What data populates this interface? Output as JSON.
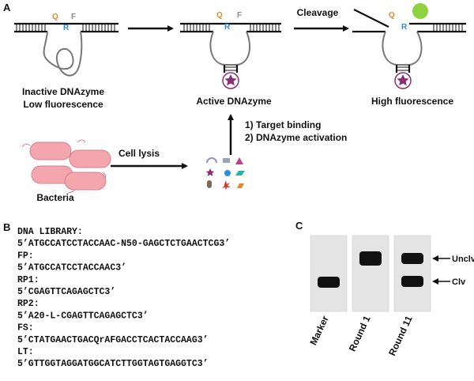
{
  "panel_a": {
    "label": "A",
    "q_label": "Q",
    "r_label": "R",
    "f_label": "F",
    "inactive_line1": "Inactive DNAzyme",
    "inactive_line2": "Low fluorescence",
    "active_label": "Active DNAzyme",
    "high_label": "High fluorescence",
    "cleavage_label": "Cleavage",
    "cell_lysis_label": "Cell lysis",
    "bacteria_label": "Bacteria",
    "step1": "1) Target binding",
    "step2": "2) DNAzyme activation",
    "colors": {
      "quencher": "#e08a2c",
      "ribo": "#2e8fd6",
      "fluorophore": "#8fd13f",
      "star": "#8b2f73",
      "bacteria": "#f3a6ad"
    }
  },
  "panel_b": {
    "label": "B",
    "lines": [
      "DNA LIBRARY:",
      "5’ATGCCATCCTACCAAC-N50-GAGCTCTGAACTCG3’",
      "FP:",
      "5’ATGCCATCCTACCAAC3’",
      "RP1:",
      "5’CGAGTTCAGAGCTC3’",
      "RP2:",
      "5’A20-L-CGAGTTCAGAGCTC3’",
      "FS:",
      "5’CTATGAACTGACQrAFGACCTCACTACCAAG3’",
      "LT:",
      "5’GTTGGTAGGATGGCATCTTGGTAGTGAGGTC3’"
    ]
  },
  "panel_c": {
    "label": "C",
    "lanes": [
      "Marker",
      "Round 1",
      "Round 11"
    ],
    "uncleaved_label": "Unclv",
    "cleaved_label": "Clv"
  }
}
